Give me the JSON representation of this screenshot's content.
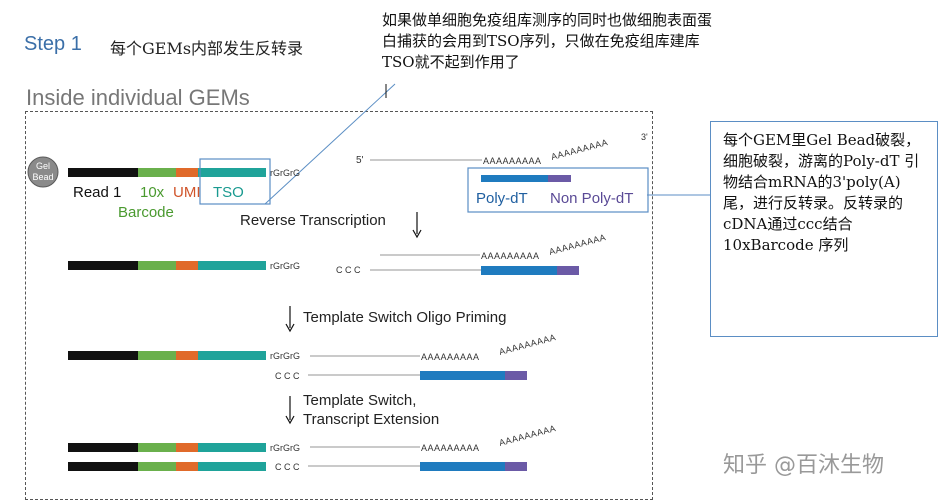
{
  "step": {
    "label": "Step 1",
    "description": "每个GEMs内部发生反转录"
  },
  "callout_top": {
    "text": "如果做单细胞免疫组库测序的同时也做细胞表面蛋白捕获的会用到TSO序列，只做在免疫组库建库TSO就不起到作用了"
  },
  "inside_title": "Inside individual GEMs",
  "callout_right": {
    "text": "每个GEM里Gel Bead破裂，细胞破裂，游离的Poly-dT 引物结合mRNA的3'poly(A)尾，进行反转录。反转录的cDNA通过ccc结合10xBarcode 序列"
  },
  "diagram": {
    "bead_label": "Gel Bead",
    "segments": {
      "read1": {
        "label": "Read 1",
        "color": "#111111"
      },
      "barcode": {
        "label": "10x Barcode",
        "label_line1": "10x",
        "label_line2": "Barcode",
        "color": "#6ab04c"
      },
      "umi": {
        "label": "UMI",
        "color": "#e06a2a"
      },
      "tso": {
        "label": "TSO",
        "color": "#1fa39a"
      }
    },
    "rgrgrg": "rGrGrG",
    "ccc": "C C C",
    "five_prime": "5'",
    "three_prime": "3'",
    "poly_a": "AAAAAAAAA",
    "poly_a_tail": "AAAAAAAAA",
    "poly_dt": {
      "label": "Poly-dT",
      "color": "#1f7bbf"
    },
    "non_poly_dt": {
      "label": "Non Poly-dT",
      "color": "#6b5aa6"
    },
    "steps": [
      "Reverse Transcription",
      "Template Switch Oligo Priming",
      "Template Switch,",
      "Transcript Extension"
    ]
  },
  "watermark": "知乎 @百沐生物"
}
